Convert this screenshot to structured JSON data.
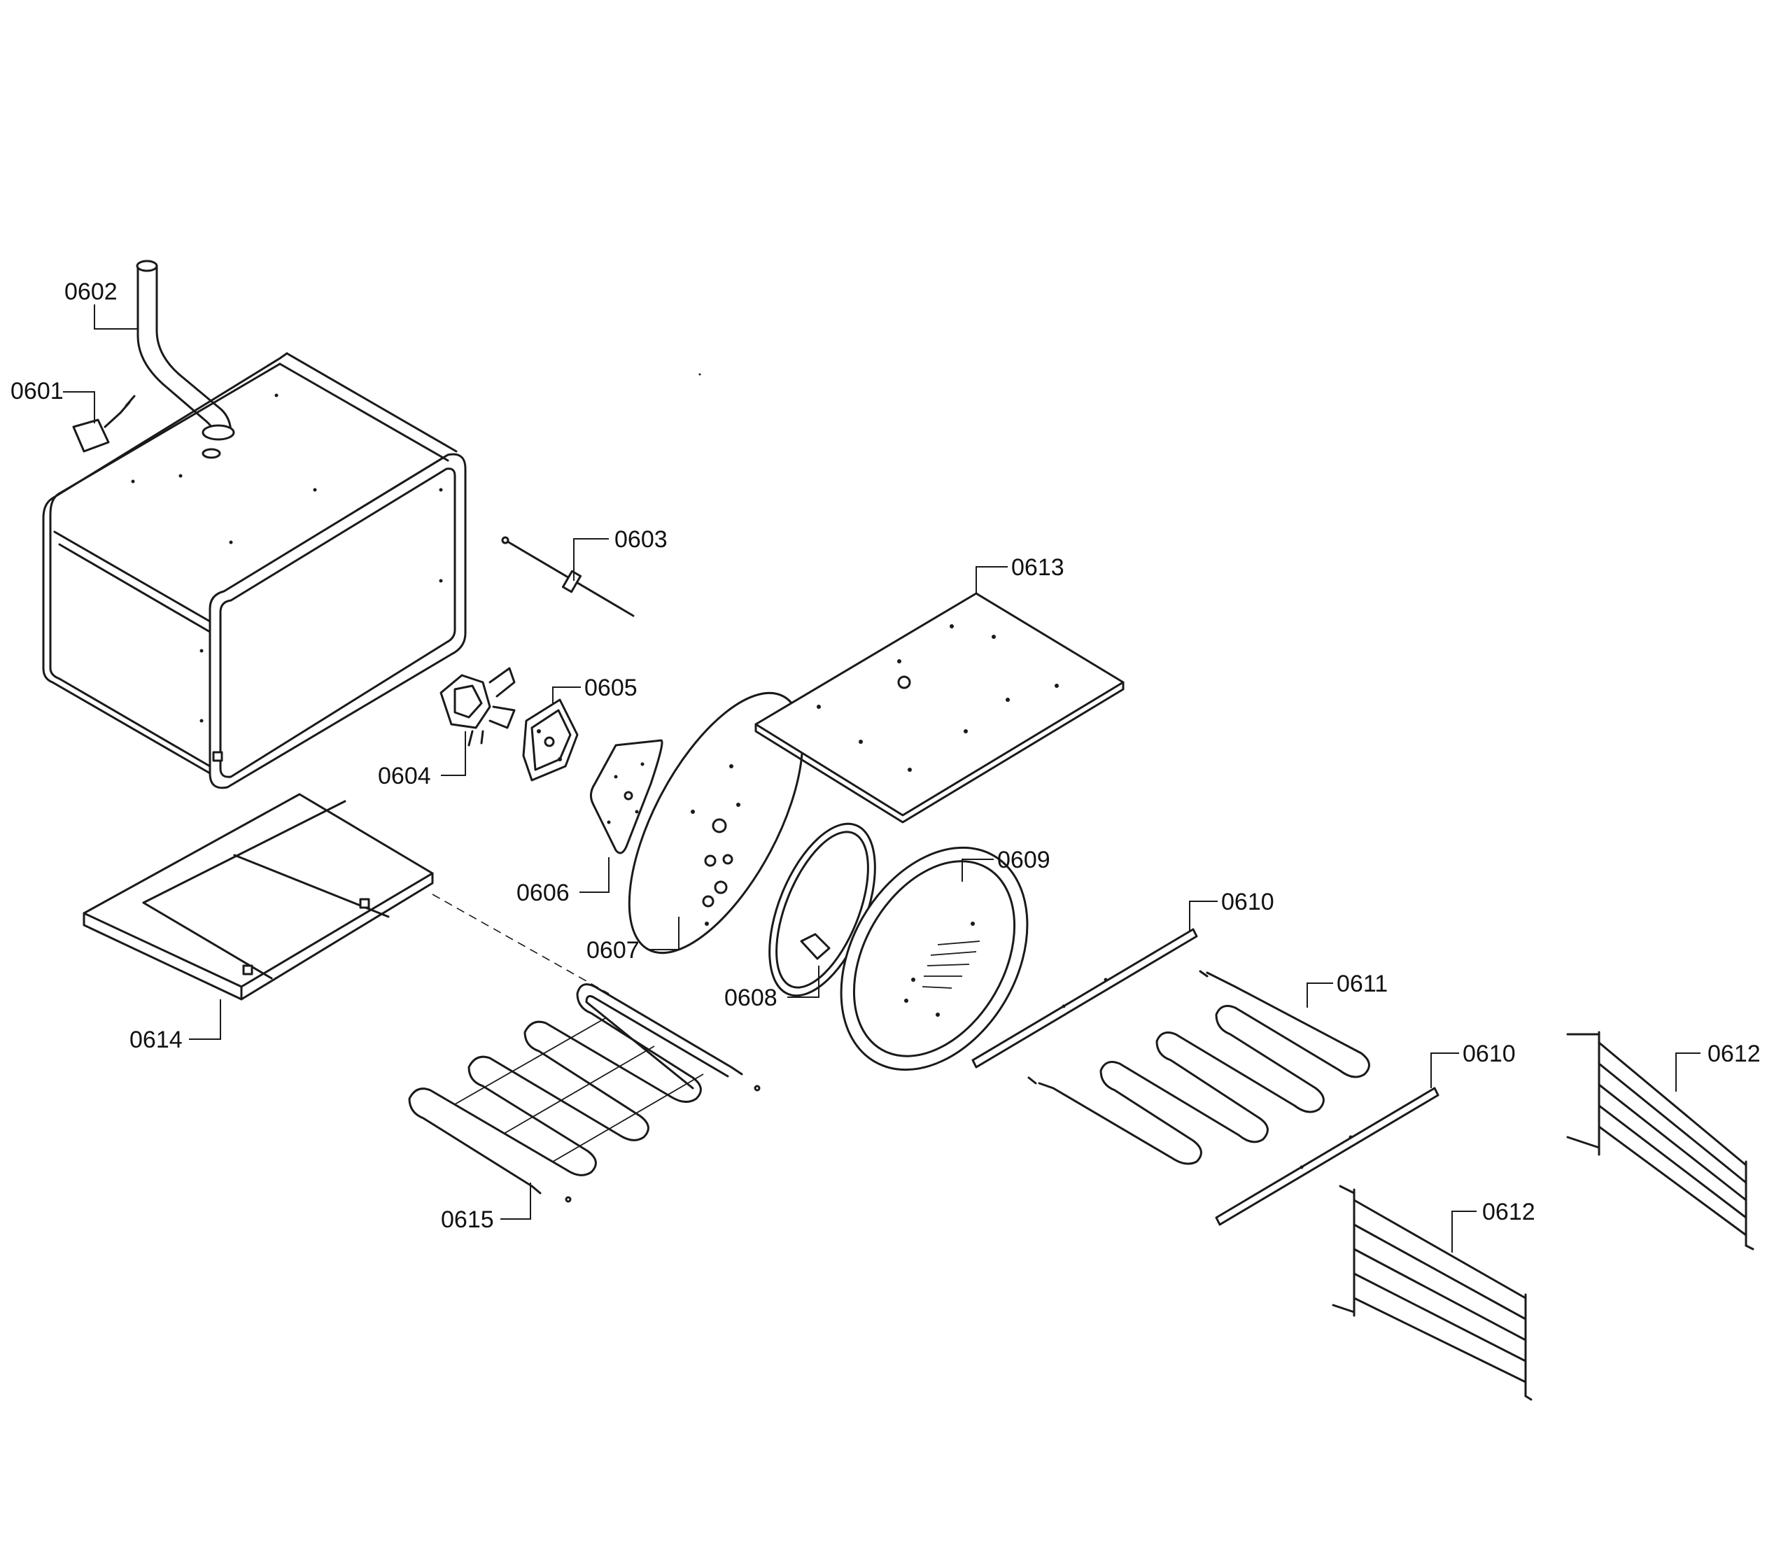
{
  "labels": {
    "p0601": "0601",
    "p0602": "0602",
    "p0603": "0603",
    "p0604": "0604",
    "p0605": "0605",
    "p0606": "0606",
    "p0607": "0607",
    "p0608": "0608",
    "p0609": "0609",
    "p0610a": "0610",
    "p0610b": "0610",
    "p0611": "0611",
    "p0612a": "0612",
    "p0612b": "0612",
    "p0613": "0613",
    "p0614": "0614",
    "p0615": "0615"
  },
  "colors": {
    "line": "#1a1a1a",
    "background": "#ffffff"
  }
}
